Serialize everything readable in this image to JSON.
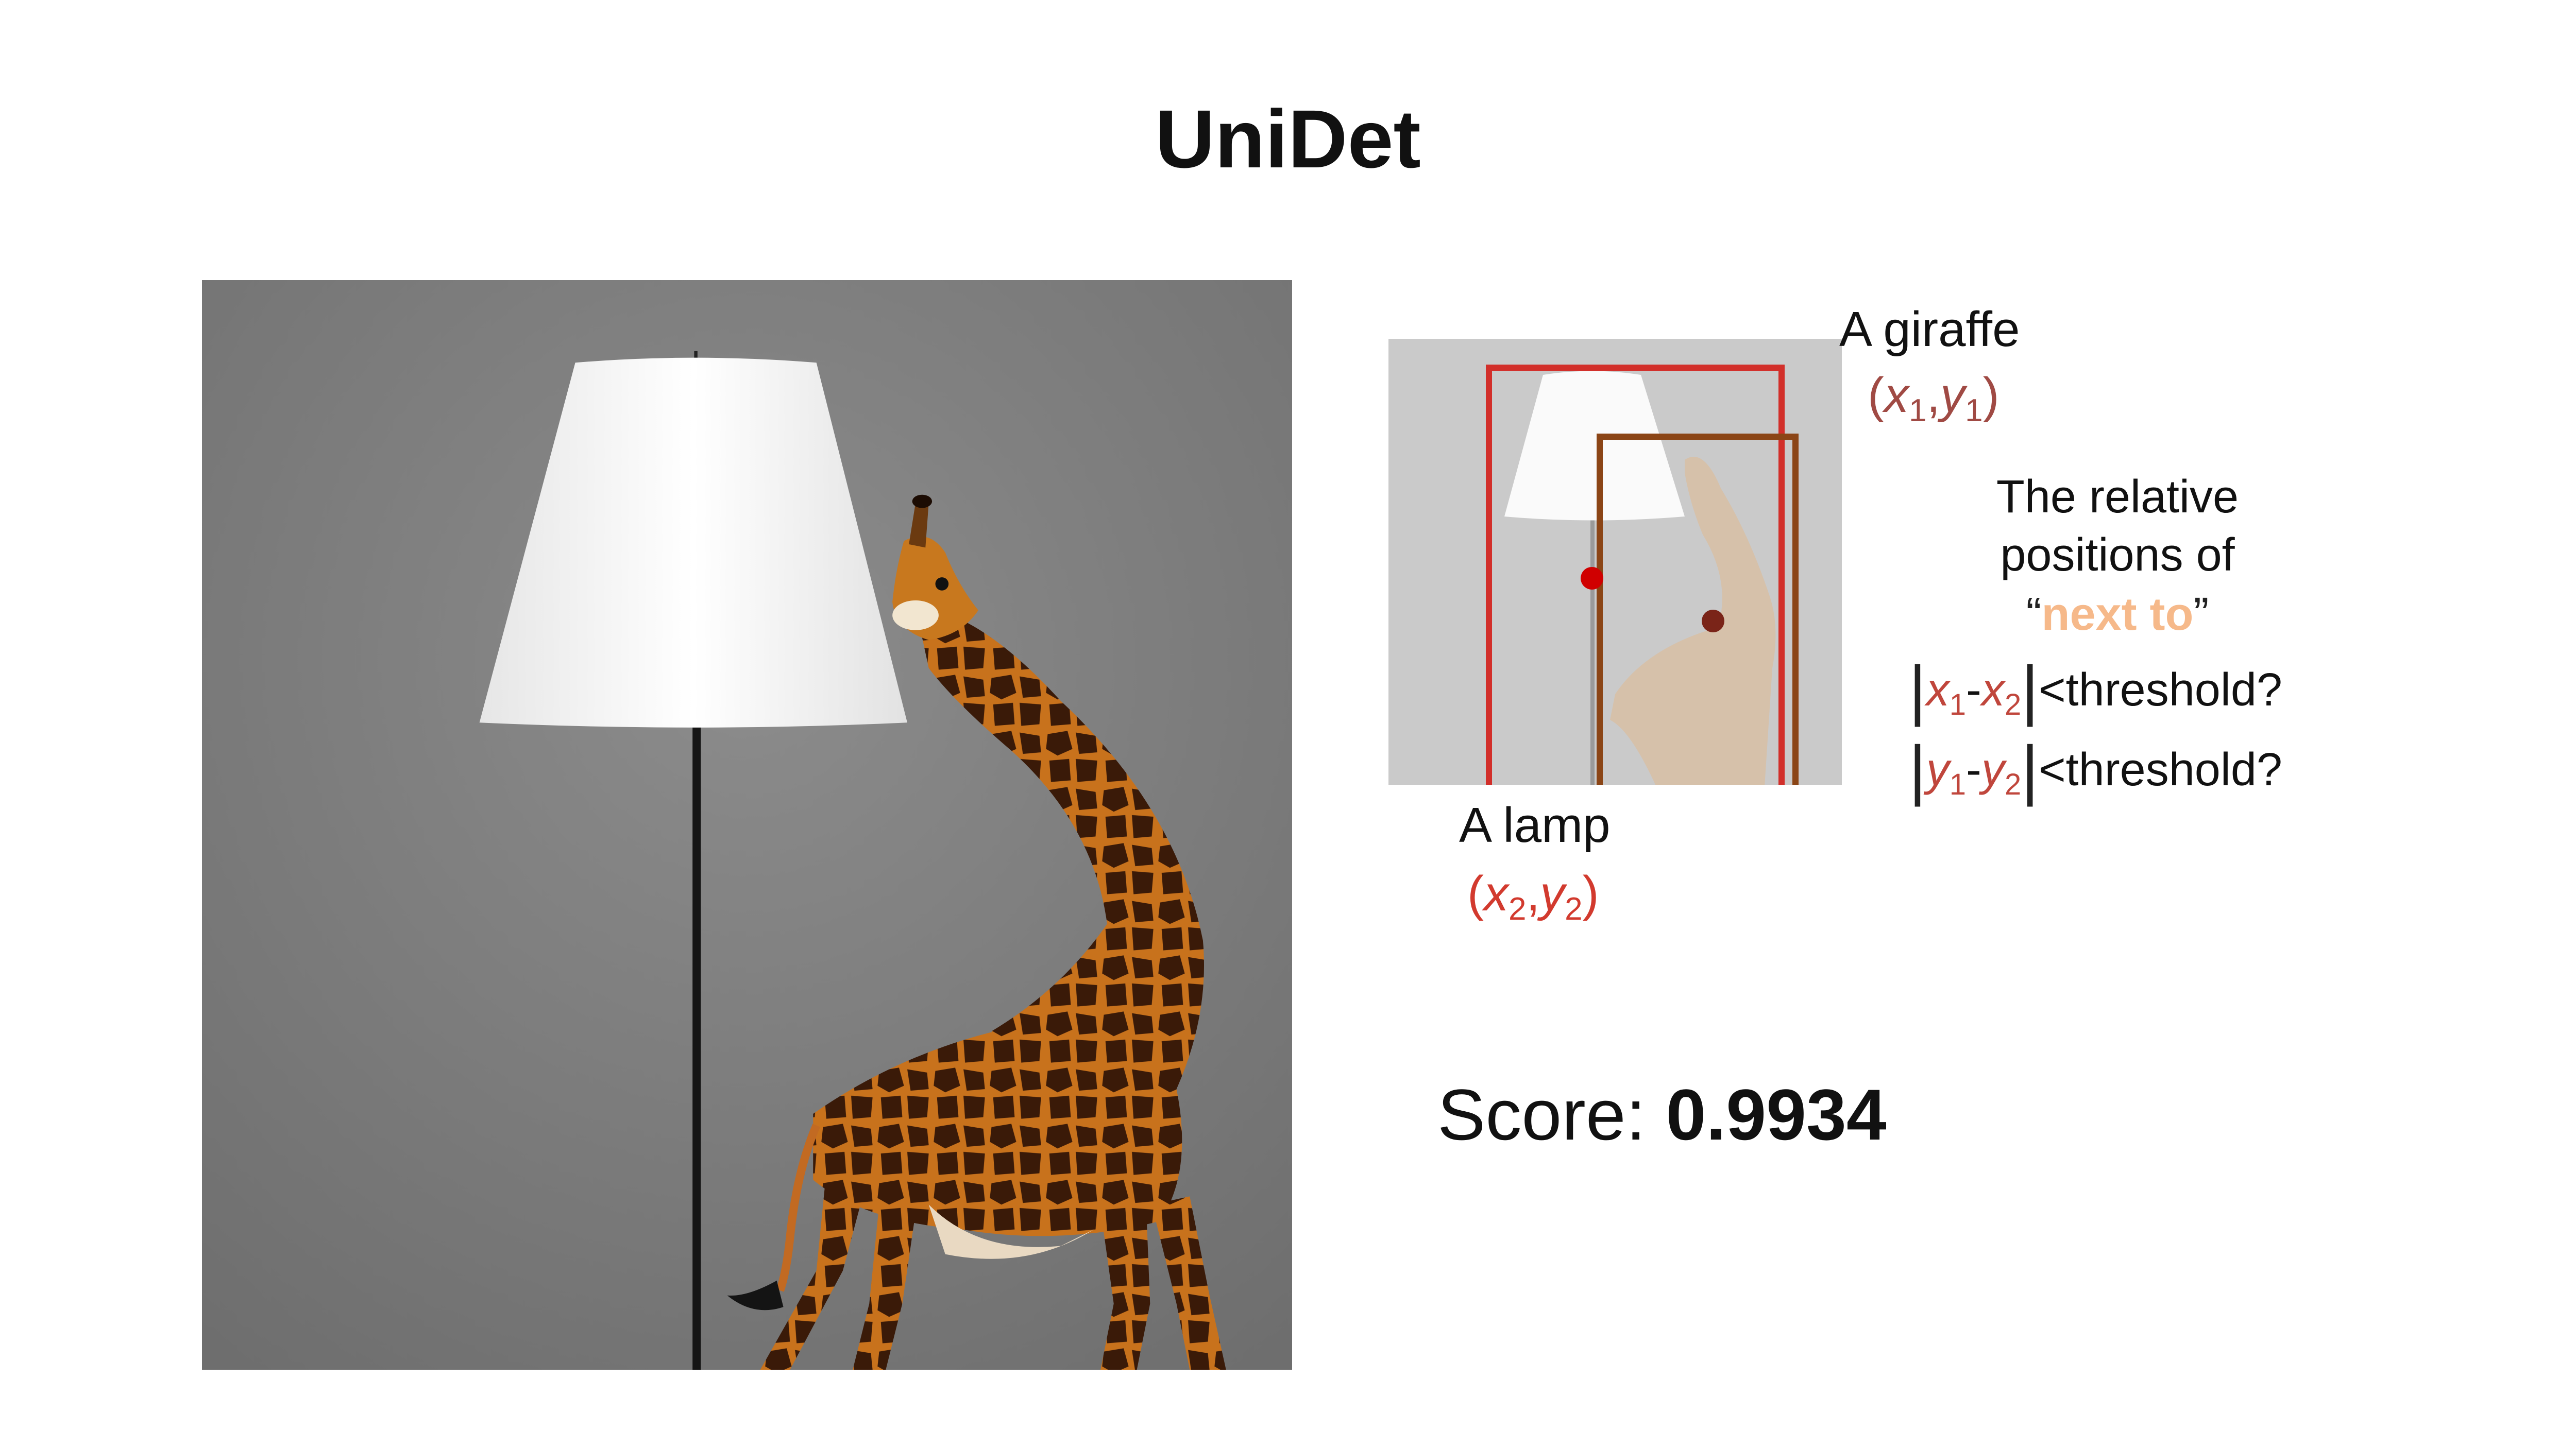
{
  "title": "UniDet",
  "labels": {
    "giraffe": "A giraffe",
    "lamp": "A lamp",
    "relative_line1": "The relative",
    "relative_line2": "positions of",
    "open_quote": "“",
    "relation": "next to",
    "close_quote": "”",
    "threshold_text": "<threshold?",
    "minus": "-",
    "comma": ",",
    "paren_open": "(",
    "paren_close": ")"
  },
  "vars": {
    "x": "x",
    "y": "y",
    "one": "1",
    "two": "2"
  },
  "score": {
    "label": "Score:",
    "value": "0.9934"
  },
  "colors": {
    "lamp_box": "#d22f2a",
    "giraffe_box": "#8b4516",
    "coord_giraffe": "#a04a44",
    "coord_lamp": "#d23a2e",
    "relation_text": "#f6b98a",
    "cond_var": "#c0463c"
  }
}
